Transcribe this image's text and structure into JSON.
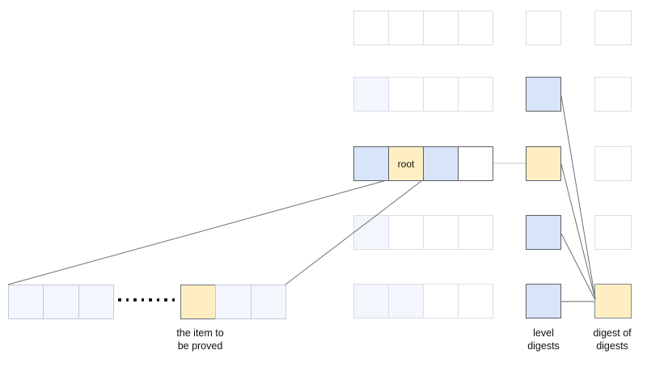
{
  "colors": {
    "blue": "#d8e4f8",
    "yellow": "#ffeec2",
    "tint": "#f3f6fc",
    "white": "#ffffff",
    "border_dark": "#5c6066",
    "border_mid": "#c2c9d4",
    "border_light": "#dadde2",
    "border_item": "#6d727a",
    "border_digest": "#85898f",
    "line": "#6f6f6f",
    "line_light": "#c6c6c6"
  },
  "main_rows": [
    {
      "cells": [
        "white",
        "white",
        "white",
        "white"
      ],
      "border": "light",
      "label": null,
      "label_cell": -1
    },
    {
      "cells": [
        "tint",
        "white",
        "white",
        "white"
      ],
      "border": "light",
      "label": null,
      "label_cell": -1
    },
    {
      "cells": [
        "blue",
        "yellow",
        "blue",
        "white"
      ],
      "border": "dark",
      "label": "root",
      "label_cell": 1
    },
    {
      "cells": [
        "tint",
        "white",
        "white",
        "white"
      ],
      "border": "light",
      "label": null,
      "label_cell": -1
    },
    {
      "cells": [
        "tint",
        "tint",
        "white",
        "white"
      ],
      "border": "light",
      "label": null,
      "label_cell": -1
    }
  ],
  "level_digest_cells": [
    "white",
    "blue",
    "yellow",
    "blue",
    "blue"
  ],
  "digest_cells": [
    "white",
    "white",
    "white",
    "white",
    "yellow"
  ],
  "bottom_left_row": [
    "tint",
    "tint",
    "tint"
  ],
  "dots_count": 8,
  "item_row": [
    "yellow",
    "tint",
    "tint"
  ],
  "labels": {
    "item": [
      "the item to",
      "be proved"
    ],
    "level_digests": [
      "level",
      "digests"
    ],
    "digest_of_digests": [
      "digest of",
      "digests"
    ]
  }
}
